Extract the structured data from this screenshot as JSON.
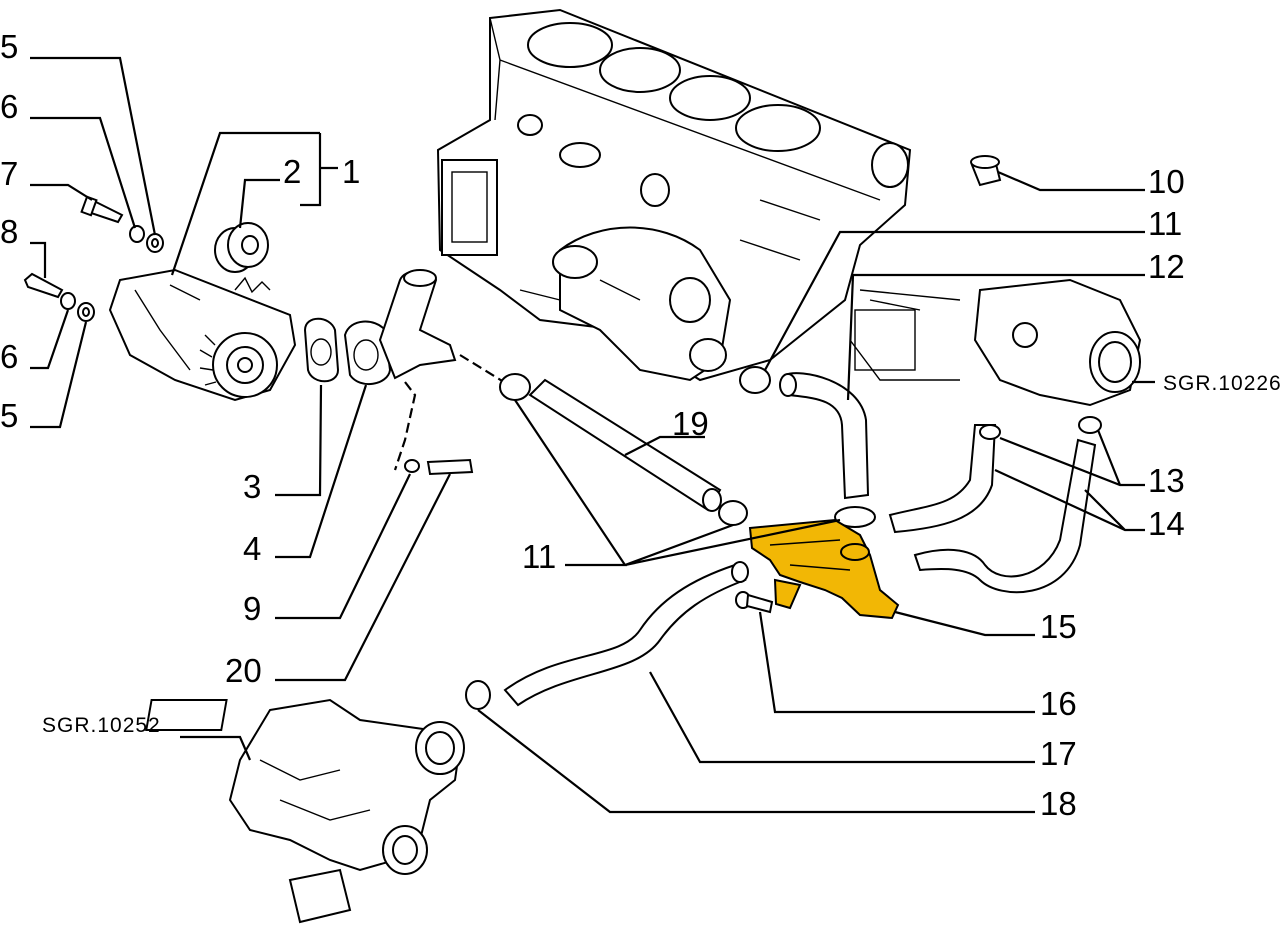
{
  "diagram": {
    "callouts": [
      {
        "id": "c5a",
        "label": "5"
      },
      {
        "id": "c6a",
        "label": "6"
      },
      {
        "id": "c7",
        "label": "7"
      },
      {
        "id": "c8",
        "label": "8"
      },
      {
        "id": "c6b",
        "label": "6"
      },
      {
        "id": "c5b",
        "label": "5"
      },
      {
        "id": "c2",
        "label": "2"
      },
      {
        "id": "c1",
        "label": "1"
      },
      {
        "id": "c3",
        "label": "3"
      },
      {
        "id": "c4",
        "label": "4"
      },
      {
        "id": "c9",
        "label": "9"
      },
      {
        "id": "c20",
        "label": "20"
      },
      {
        "id": "c19",
        "label": "19"
      },
      {
        "id": "c11b",
        "label": "11"
      },
      {
        "id": "c10",
        "label": "10"
      },
      {
        "id": "c11a",
        "label": "11"
      },
      {
        "id": "c12",
        "label": "12"
      },
      {
        "id": "c13",
        "label": "13"
      },
      {
        "id": "c14",
        "label": "14"
      },
      {
        "id": "c15",
        "label": "15"
      },
      {
        "id": "c16",
        "label": "16"
      },
      {
        "id": "c17",
        "label": "17"
      },
      {
        "id": "c18",
        "label": "18"
      }
    ],
    "references": [
      {
        "id": "ref_throttle",
        "label": "SGR.10226"
      },
      {
        "id": "ref_turbo",
        "label": "SGR.10252"
      }
    ],
    "highlight_color": "#f2b705",
    "line_color": "#000000",
    "background_color": "#ffffff"
  }
}
